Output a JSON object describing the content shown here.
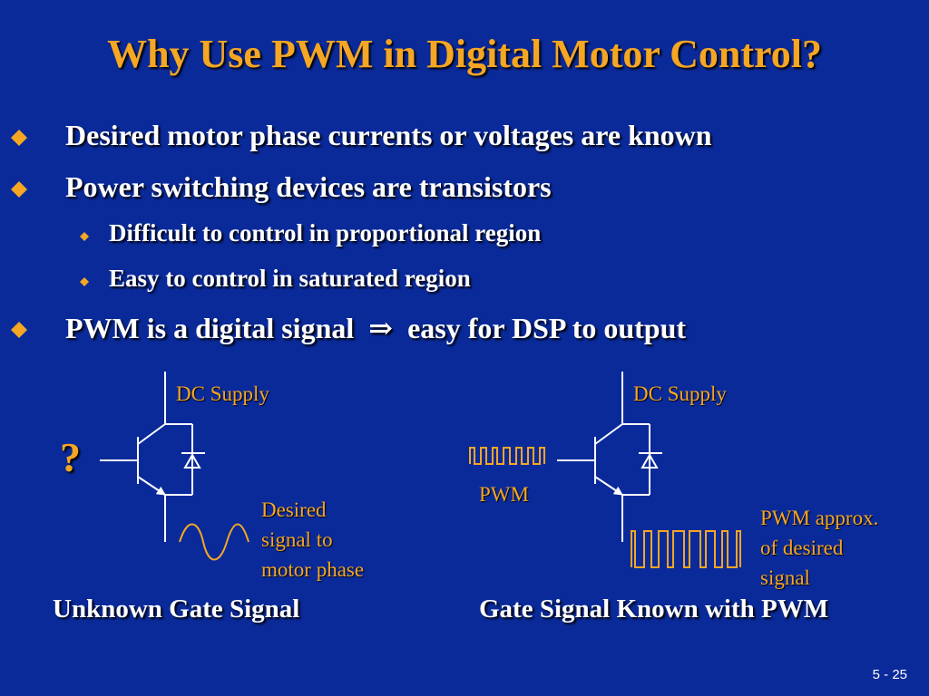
{
  "title": "Why Use PWM in Digital Motor Control?",
  "bullets": [
    {
      "text": "Desired motor phase currents or voltages are known",
      "level": 1
    },
    {
      "text": "Power switching devices are transistors",
      "level": 1
    },
    {
      "text": "Difficult to control in proportional region",
      "level": 2
    },
    {
      "text": "Easy to control in saturated region",
      "level": 2
    },
    {
      "text": "PWM is a digital signal  ⇒  easy for DSP to output",
      "level": 1
    }
  ],
  "left_diagram": {
    "supply_label": "DC Supply",
    "gate_mark": "?",
    "desired_lines": [
      "Desired",
      "signal to",
      "motor phase"
    ],
    "caption": "Unknown Gate Signal"
  },
  "right_diagram": {
    "supply_label": "DC Supply",
    "pwm_label": "PWM",
    "approx_lines": [
      "PWM approx.",
      "of desired",
      "signal"
    ],
    "caption": "Gate Signal Known with PWM"
  },
  "page_number": "5 - 25",
  "colors": {
    "background": "#0a2a9a",
    "accent": "#f5a623",
    "text": "#ffffff"
  }
}
